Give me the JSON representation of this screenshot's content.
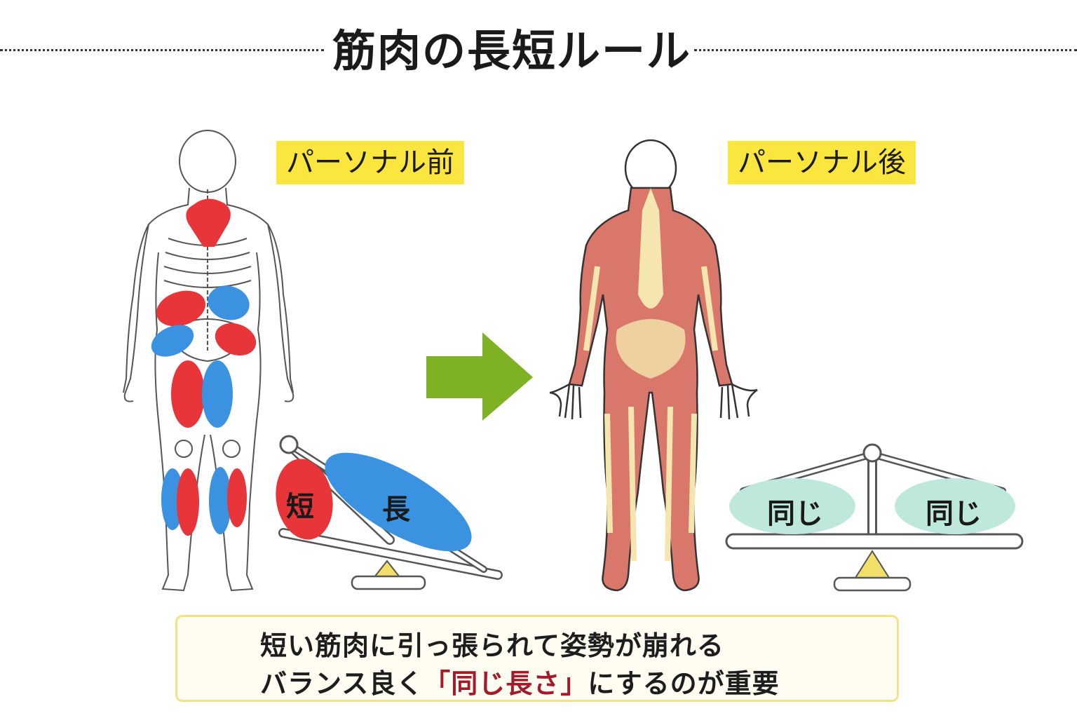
{
  "title": "筋肉の長短ルール",
  "labels": {
    "before": "パーソナル前",
    "after": "パーソナル後"
  },
  "before_scale": {
    "short": "短",
    "long": "長"
  },
  "after_scale": {
    "left": "同じ",
    "right": "同じ"
  },
  "caption": {
    "line1": "短い筋肉に引っ張られて姿勢が崩れる",
    "line2_pre": "バランス良く",
    "line2_highlight": "「同じ長さ」",
    "line2_post": "にするのが重要"
  },
  "colors": {
    "short_muscle": "#e8353a",
    "long_muscle": "#3a92e0",
    "arrow": "#7fb125",
    "label_bg": "#fbe63f",
    "equal_muscle": "#bfe8dc",
    "muscle_body": "#d9776b",
    "highlight_text": "#a31b2b"
  }
}
